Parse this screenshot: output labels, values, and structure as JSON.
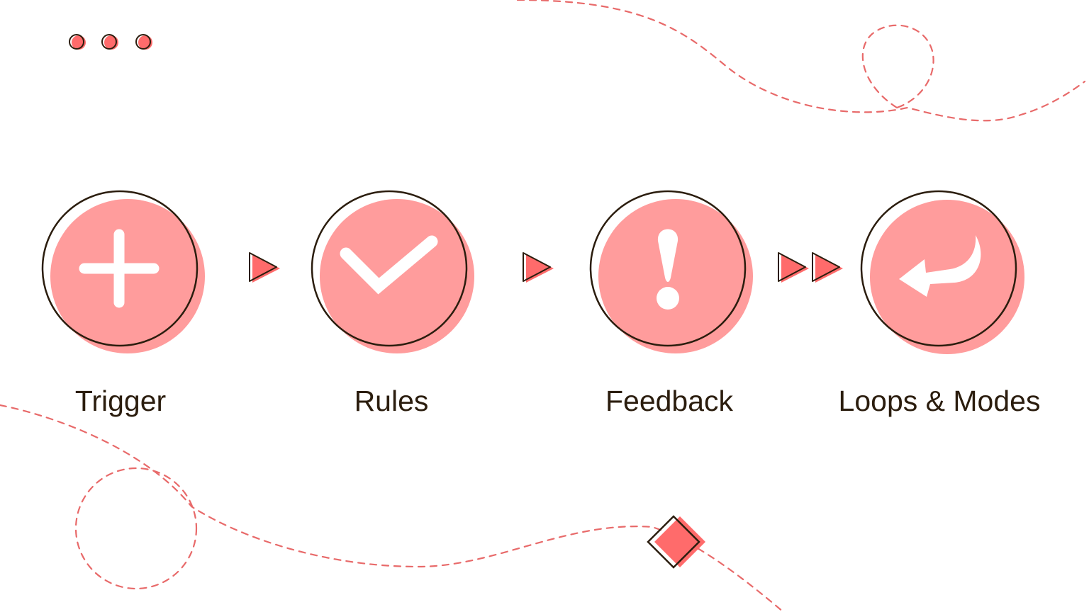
{
  "diagram": {
    "steps": [
      {
        "label": "Trigger",
        "icon": "plus-icon"
      },
      {
        "label": "Rules",
        "icon": "checkmark-icon"
      },
      {
        "label": "Feedback",
        "icon": "exclamation-icon"
      },
      {
        "label": "Loops & Modes",
        "icon": "return-arrow-icon"
      }
    ],
    "connectors": [
      {
        "icon": "play-arrow-icon",
        "count": 1
      },
      {
        "icon": "play-arrow-icon",
        "count": 1
      },
      {
        "icon": "fast-forward-icon",
        "count": 2
      }
    ]
  },
  "decorations": {
    "window_dots": 3,
    "icons": [
      "dashed-path-curve",
      "dashed-loop-circle",
      "diamond-icon"
    ]
  },
  "colors": {
    "accent": "#ff9c9c",
    "accent_strong": "#ff6b6b",
    "outline": "#2b1d0e",
    "dashed_line": "#e86a6a",
    "text": "#2b1d0e",
    "background": "#ffffff"
  }
}
